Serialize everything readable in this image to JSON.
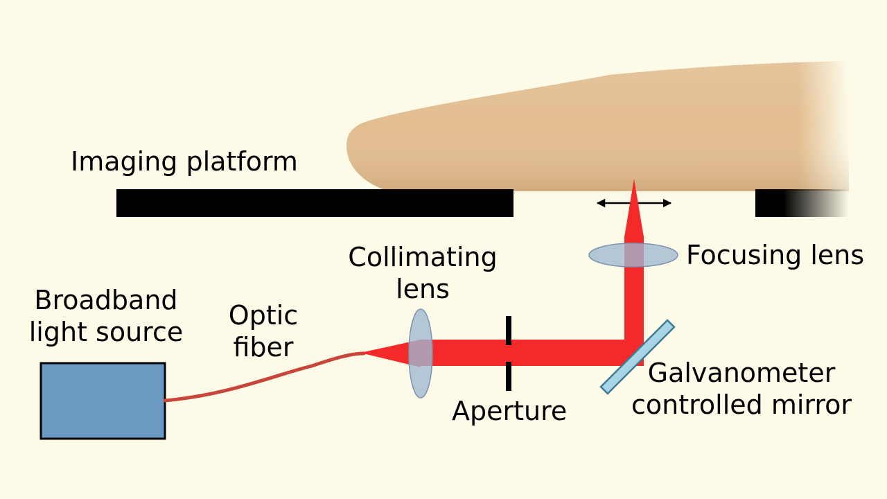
{
  "colors": {
    "background": "#FDFBE8",
    "beam": "#F42A2A",
    "fiber": "#C8453A",
    "light_source_box": "#6A9AC2",
    "lens_fill": "#9FB8D2",
    "mirror_fill": "#A9D4E6",
    "finger": "#E2BD90",
    "platform": "#000000"
  },
  "labels": {
    "imaging_platform": "Imaging platform",
    "light_source_line1": "Broadband",
    "light_source_line2": "light source",
    "optic_fiber_line1": "Optic",
    "optic_fiber_line2": "fiber",
    "collimating_line1": "Collimating",
    "collimating_line2": "lens",
    "focusing_lens": "Focusing lens",
    "aperture": "Aperture",
    "mirror_line1": "Galvanometer",
    "mirror_line2": "controlled mirror"
  },
  "icons": {
    "scan_direction": "double-arrow-icon"
  }
}
